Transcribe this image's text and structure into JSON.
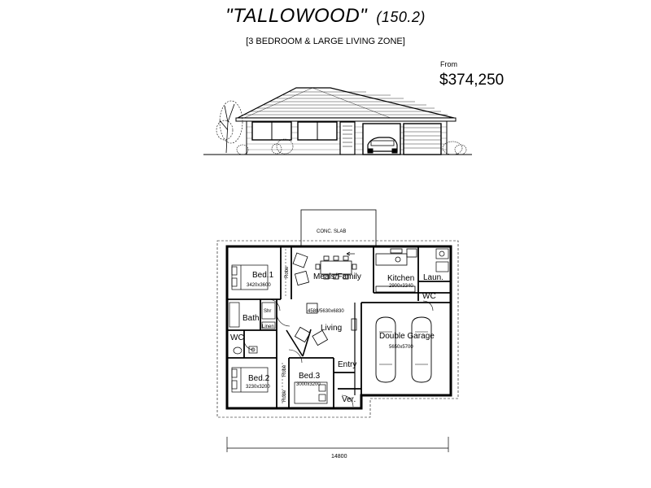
{
  "header": {
    "title": "\"TALLOWOOD\"",
    "size": "(150.2)",
    "subtitle": "[3 BEDROOM  & LARGE LIVING ZONE]",
    "from_label": "From",
    "price": "$374,250"
  },
  "plan": {
    "slab_label": "CONC. SLAB",
    "overall_width": "14800",
    "rooms": {
      "bed1": {
        "name": "Bed.1",
        "dims": "3420x3600"
      },
      "robe1": {
        "name": "Robe"
      },
      "meals": {
        "name": "Meals/Family"
      },
      "kitchen": {
        "name": "Kitchen",
        "dims": "2900x3340"
      },
      "laundry": {
        "name": "Laun."
      },
      "wc1": {
        "name": "WC"
      },
      "living_dims": "4580/5630x6830",
      "living": {
        "name": "Living"
      },
      "bath": {
        "name": "Bath"
      },
      "shr": {
        "name": "Shr"
      },
      "linen": {
        "name": "Linen"
      },
      "wc2": {
        "name": "WC"
      },
      "garage": {
        "name": "Double Garage",
        "dims": "5650x5700"
      },
      "bed2": {
        "name": "Bed.2",
        "dims": "3230x3200"
      },
      "robe2": {
        "name": "Robe"
      },
      "robe3": {
        "name": "Robe"
      },
      "bed3": {
        "name": "Bed.3",
        "dims": "3000x3200"
      },
      "entry": {
        "name": "Entry"
      },
      "verandah": {
        "name": "Ver."
      }
    }
  }
}
